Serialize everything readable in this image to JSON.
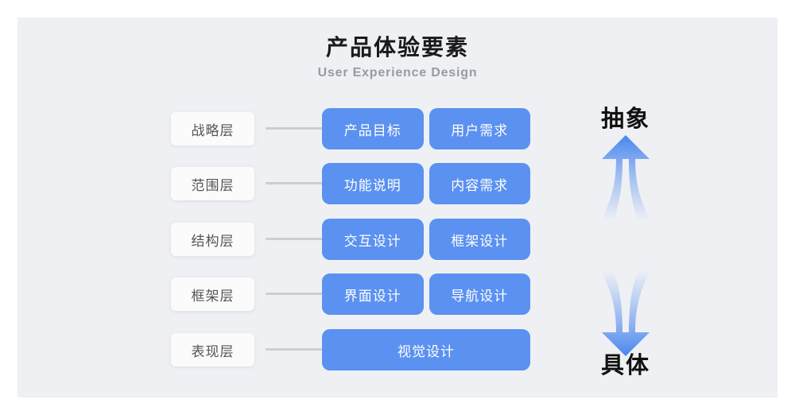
{
  "header": {
    "title": "产品体验要素",
    "subtitle": "User Experience Design"
  },
  "colors": {
    "canvas_bg": "#eef0f4",
    "page_bg": "#ffffff",
    "box_blue": "#5b91f0",
    "label_card": "#fbfbfc",
    "connector": "#cdced2",
    "title_text": "#1a1a1a",
    "subtitle_text": "#9a9aa0",
    "label_text": "#555558",
    "box_text": "#ffffff",
    "axis_text": "#111111"
  },
  "diagram": {
    "rows": [
      {
        "layer": "战略层",
        "boxes": [
          "产品目标",
          "用户需求"
        ]
      },
      {
        "layer": "范围层",
        "boxes": [
          "功能说明",
          "内容需求"
        ]
      },
      {
        "layer": "结构层",
        "boxes": [
          "交互设计",
          "框架设计"
        ]
      },
      {
        "layer": "框架层",
        "boxes": [
          "界面设计",
          "导航设计"
        ]
      },
      {
        "layer": "表现层",
        "boxes": [
          "视觉设计"
        ]
      }
    ]
  },
  "axis": {
    "top_label": "抽象",
    "bottom_label": "具体",
    "up_arrow_icon": "arrow-up-icon",
    "down_arrow_icon": "arrow-down-icon"
  }
}
